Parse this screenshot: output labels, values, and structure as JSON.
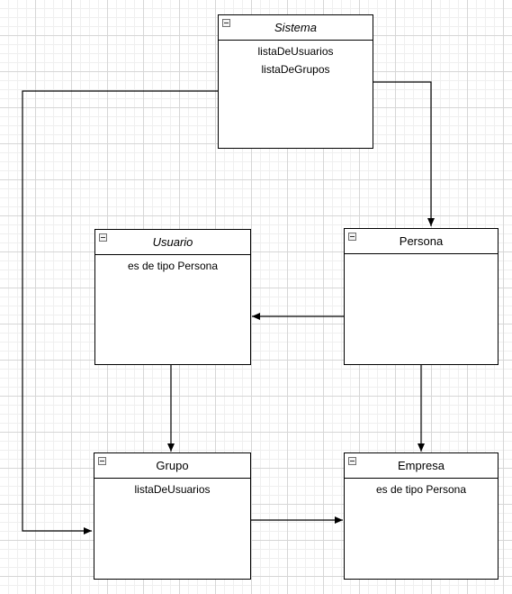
{
  "diagram": {
    "classes": {
      "sistema": {
        "name": "Sistema",
        "attributes": [
          "listaDeUsuarios",
          "listaDeGrupos"
        ]
      },
      "usuario": {
        "name": "Usuario",
        "attributes": [
          "es de tipo Persona"
        ]
      },
      "persona": {
        "name": "Persona",
        "attributes": []
      },
      "grupo": {
        "name": "Grupo",
        "attributes": [
          "listaDeUsuarios"
        ]
      },
      "empresa": {
        "name": "Empresa",
        "attributes": [
          "es de tipo Persona"
        ]
      }
    },
    "edges": [
      {
        "from": "sistema",
        "to": "persona"
      },
      {
        "from": "sistema",
        "to": "grupo"
      },
      {
        "from": "persona",
        "to": "usuario"
      },
      {
        "from": "usuario",
        "to": "grupo"
      },
      {
        "from": "persona",
        "to": "empresa"
      },
      {
        "from": "grupo",
        "to": "empresa"
      }
    ],
    "colors": {
      "line": "#000000",
      "grid": "#d6d6d6"
    }
  }
}
